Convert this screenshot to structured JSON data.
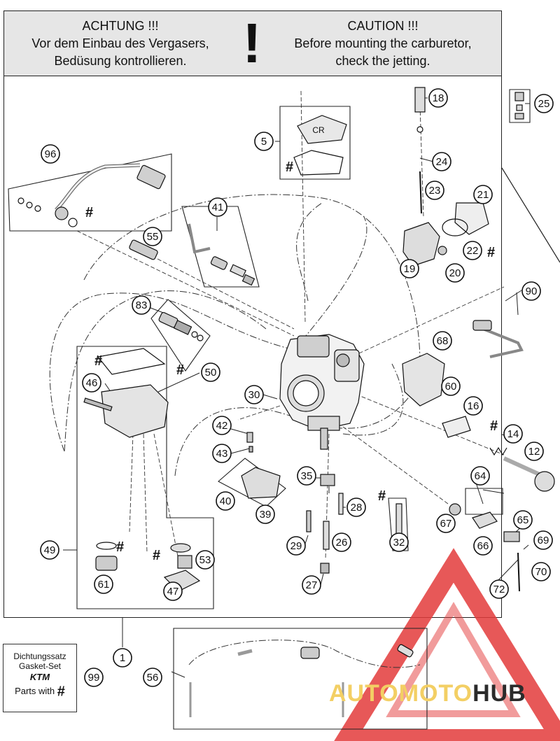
{
  "caution": {
    "de": {
      "title": "ACHTUNG !!!",
      "line1": "Vor dem Einbau des Vergasers,",
      "line2": "Bedüsung kontrollieren."
    },
    "en": {
      "title": "CAUTION !!!",
      "line1": "Before mounting the carburetor,",
      "line2": "check the jetting."
    },
    "symbol": "!"
  },
  "gasket_set": {
    "line1": "Dichtungssatz",
    "line2": "Gasket-Set",
    "brand": "KTM",
    "parts_label": "Parts with",
    "parts_symbol": "#"
  },
  "part_numbers": [
    "1",
    "5",
    "12",
    "14",
    "16",
    "18",
    "19",
    "20",
    "21",
    "22",
    "23",
    "24",
    "25",
    "26",
    "27",
    "28",
    "29",
    "30",
    "32",
    "35",
    "39",
    "40",
    "41",
    "42",
    "43",
    "46",
    "47",
    "49",
    "50",
    "53",
    "55",
    "56",
    "60",
    "61",
    "64",
    "65",
    "66",
    "67",
    "68",
    "69",
    "70",
    "72",
    "83",
    "90",
    "96",
    "99"
  ],
  "hash_marker": "#",
  "watermark": {
    "part1": "AUTOMOTO",
    "part2": "HUB"
  },
  "colors": {
    "caution_bg": "#e6e6e6",
    "line": "#111111",
    "watermark_red": "#e33b3b",
    "watermark_yellow": "#f3cf64"
  }
}
